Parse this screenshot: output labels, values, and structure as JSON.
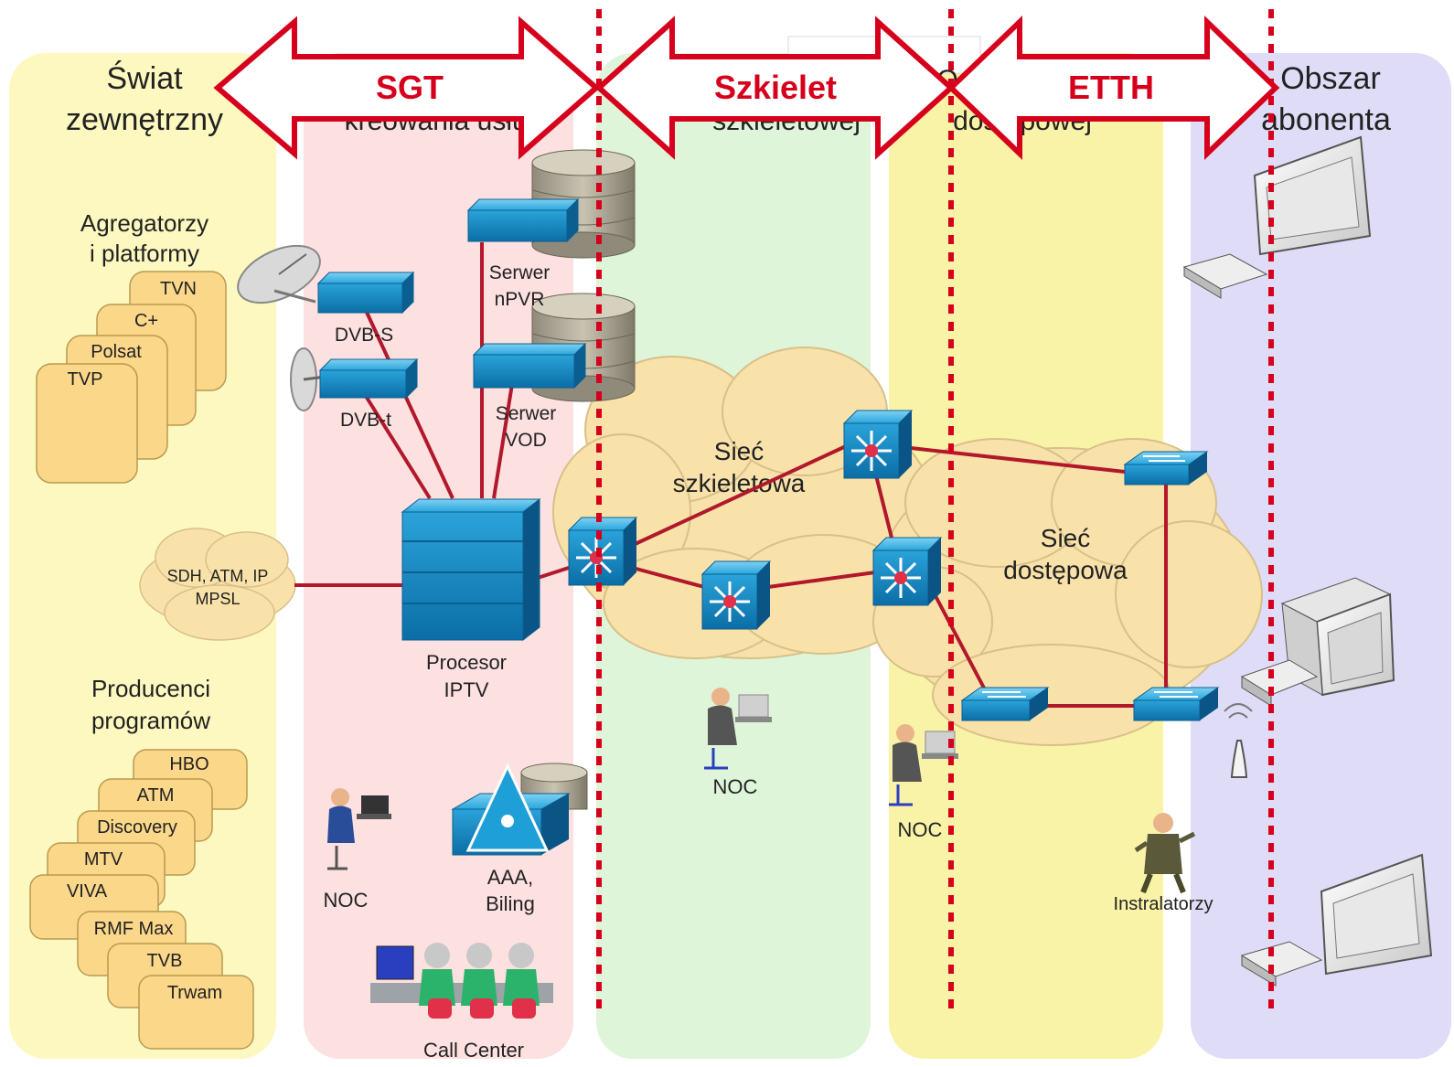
{
  "zones": {
    "world_line1": "Świat",
    "world_line2": "zewnętrzny",
    "sgt_hidden": "kreowania usług",
    "backbone_hidden": "szkieletowej",
    "access_hidden_a": "O",
    "access_hidden_b": "dostępowej",
    "subscriber_line1": "Obszar",
    "subscriber_line2": "abonenta"
  },
  "arrows": {
    "sgt": "SGT",
    "backbone": "Szkielet",
    "etth": "ETTH"
  },
  "aggregators": {
    "title_line1": "Agregatorzy",
    "title_line2": "i platformy",
    "items": [
      "TVN",
      "C+",
      "Polsat",
      "TVP"
    ]
  },
  "producers": {
    "title_line1": "Producenci",
    "title_line2": "programów",
    "items": [
      "HBO",
      "ATM",
      "Discovery",
      "MTV",
      "VIVA",
      "RMF Max",
      "TVB",
      "Trwam"
    ]
  },
  "transport_cloud": {
    "line1": "SDH, ATM, IP",
    "line2": "MPSL"
  },
  "devices": {
    "dvbs": "DVB-S",
    "dvbt": "DVB-t",
    "npvr_line1": "Serwer",
    "npvr_line2": "nPVR",
    "vod_line1": "Serwer",
    "vod_line2": "VOD",
    "iptv_line1": "Procesor",
    "iptv_line2": "IPTV",
    "aaa_line1": "AAA,",
    "aaa_line2": "Biling"
  },
  "people": {
    "noc_sgt": "NOC",
    "noc_backbone": "NOC",
    "noc_access": "NOC",
    "call_center": "Call Center",
    "installers": "Instralatorzy"
  },
  "clouds": {
    "backbone_line1": "Sieć",
    "backbone_line2": "szkieletowa",
    "access_line1": "Sieć",
    "access_line2": "dostępowa"
  },
  "colors": {
    "zone_world": "#fdf8bf",
    "zone_sgt": "#fde0e0",
    "zone_backbone": "#dff5d9",
    "zone_access": "#f9f3a8",
    "zone_subscriber": "#dedcf6",
    "arrow_red": "#d6001c",
    "link_red": "#b2182b",
    "device_blue": "#1f9fd8",
    "cloud": "#f9e2aa"
  }
}
